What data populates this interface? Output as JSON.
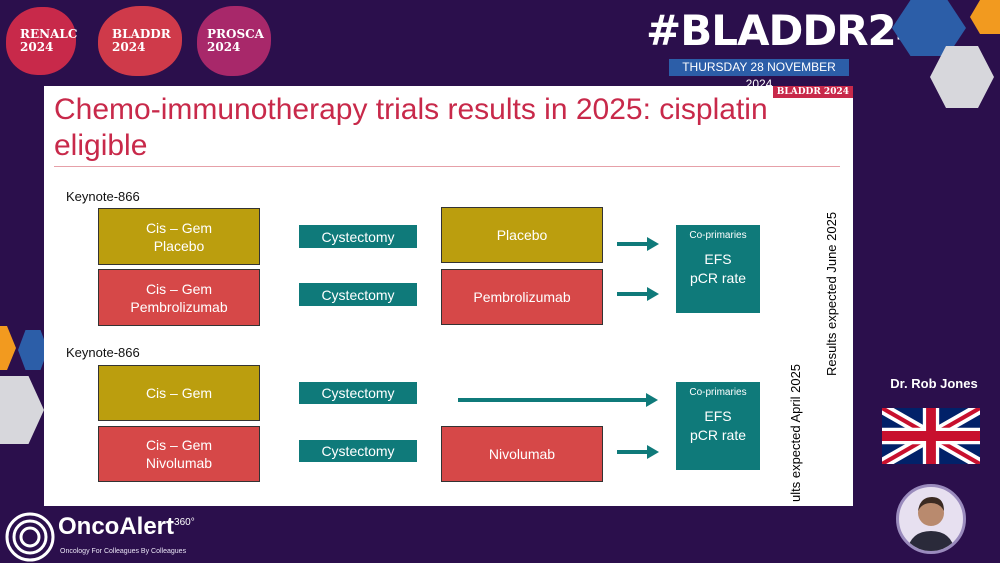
{
  "header": {
    "events": [
      {
        "name": "RENALC",
        "year": "2024"
      },
      {
        "name": "BLADDR",
        "year": "2024"
      },
      {
        "name": "PROSCA",
        "year": "2024"
      }
    ],
    "hashtag": "#BLADDR24",
    "date": "THURSDAY 28 NOVEMBER 2024"
  },
  "slide": {
    "tag": "BLADDR 2024",
    "title": "Chemo-immunotherapy trials results in 2025: cisplatin eligible",
    "trial1": {
      "label": "Keynote-866",
      "arm1": {
        "line1": "Cis – Gem",
        "line2": "Placebo",
        "surgery": "Cystectomy",
        "adjuvant": "Placebo"
      },
      "arm2": {
        "line1": "Cis – Gem",
        "line2": "Pembrolizumab",
        "surgery": "Cystectomy",
        "adjuvant": "Pembrolizumab"
      },
      "endpoints": {
        "heading": "Co-primaries",
        "e1": "EFS",
        "e2": "pCR rate"
      },
      "results": "Results expected June 2025"
    },
    "trial2": {
      "label": "Keynote-866",
      "arm1": {
        "line1": "Cis – Gem",
        "surgery": "Cystectomy"
      },
      "arm2": {
        "line1": "Cis – Gem",
        "line2": "Nivolumab",
        "surgery": "Cystectomy",
        "adjuvant": "Nivolumab"
      },
      "endpoints": {
        "heading": "Co-primaries",
        "e1": "EFS",
        "e2": "pCR rate"
      },
      "results": "ults expected April 2025"
    }
  },
  "speaker": {
    "name": "Dr. Rob Jones",
    "flag_icon": "uk-flag-icon"
  },
  "footer": {
    "logo": "OncoAlert",
    "logo_sup": "360°",
    "tagline": "Oncology    For Colleagues    By Colleagues"
  },
  "colors": {
    "bg": "#2b0f4c",
    "accent_red": "#c8294a",
    "olive": "#bb9e0e",
    "teal": "#0f7a7a",
    "arm_red": "#d64848"
  }
}
